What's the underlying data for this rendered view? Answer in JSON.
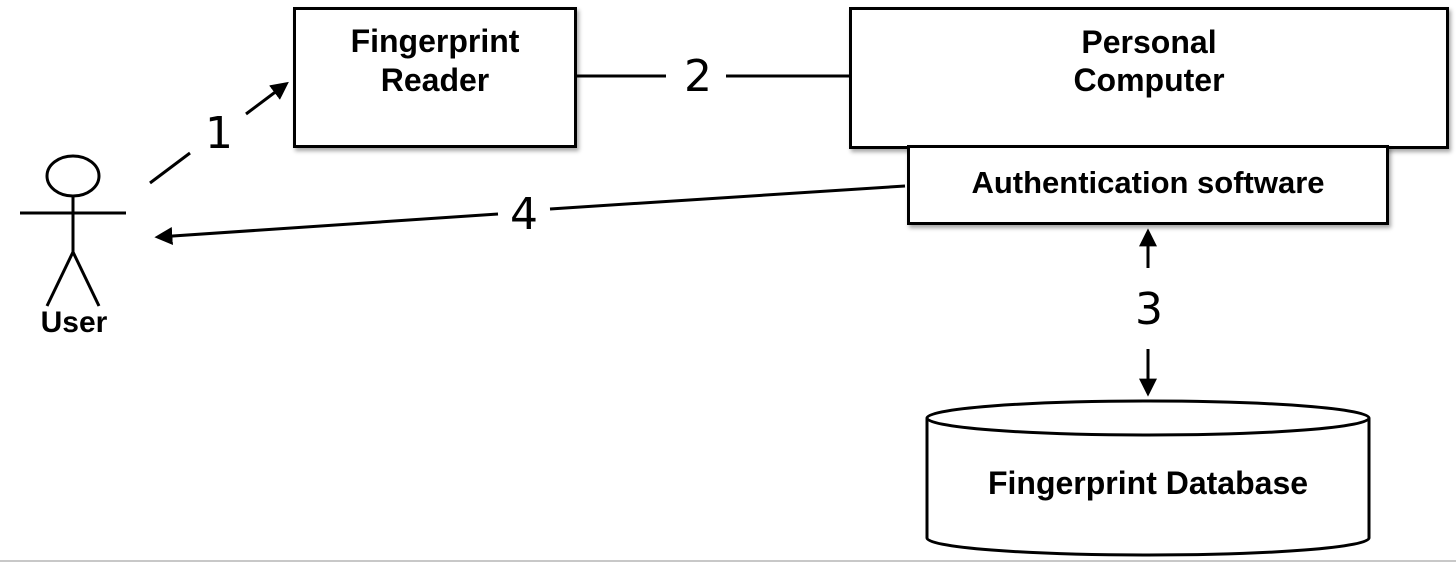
{
  "diagram": {
    "actor": {
      "label": "User"
    },
    "nodes": {
      "reader": "Fingerprint\nReader",
      "pc": "Personal\nComputer",
      "auth": "Authentication software",
      "database": "Fingerprint Database"
    },
    "steps": {
      "s1": "1",
      "s2": "2",
      "s3": "3",
      "s4": "4"
    }
  }
}
